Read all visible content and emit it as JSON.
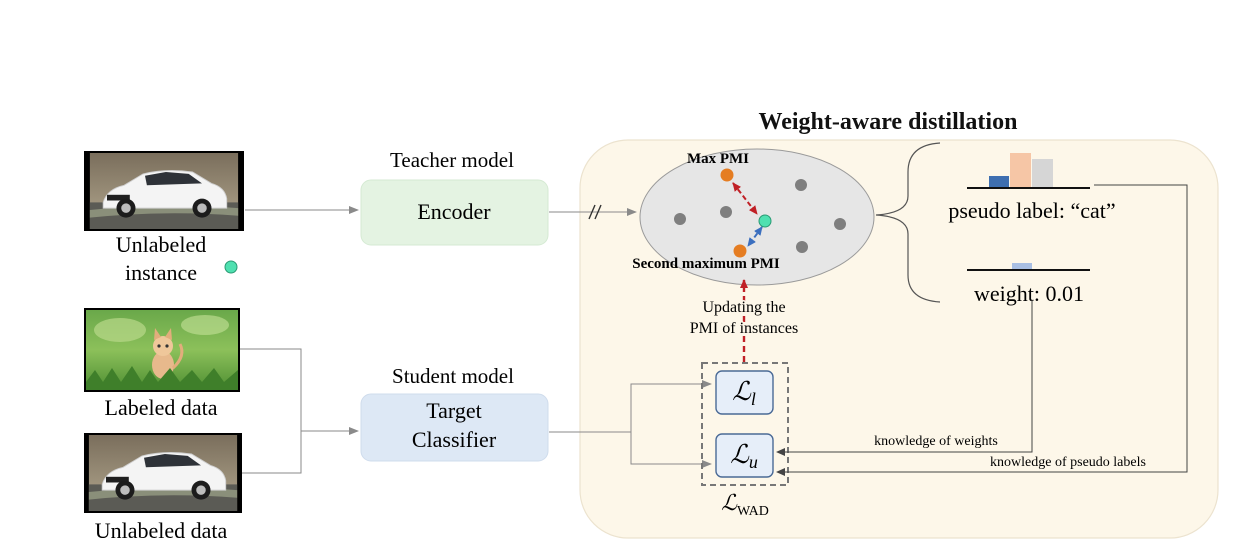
{
  "title": "Weight-aware distillation",
  "teacher": {
    "heading": "Teacher model",
    "block": "Encoder"
  },
  "student": {
    "heading": "Student model",
    "block_line1": "Target",
    "block_line2": "Classifier"
  },
  "inputs": {
    "unlabeled_instance_line1": "Unlabeled",
    "unlabeled_instance_line2": "instance",
    "labeled_data": "Labeled data",
    "unlabeled_data": "Unlabeled data"
  },
  "pmi": {
    "max_label": "Max PMI",
    "second_label": "Second maximum PMI",
    "update_line1": "Updating the",
    "update_line2": "PMI of instances"
  },
  "outputs": {
    "pseudo_label_text": "pseudo label: “cat”",
    "weight_text": "weight: 0.01",
    "knowledge_weights": "knowledge of weights",
    "knowledge_pseudo": "knowledge of pseudo labels"
  },
  "losses": {
    "script_L": "ℒ",
    "l_sub": "l",
    "u_sub": "u",
    "wad_sub": "WAD"
  },
  "colors": {
    "panel_fill": "#fdf7e9",
    "panel_stroke": "#ece3cf",
    "encoder_fill": "#e4f3e2",
    "classifier_fill": "#dde8f5",
    "loss_fill": "#e6eef9",
    "loss_stroke": "#4a6a96",
    "ellipse_fill": "#e6e6e6",
    "orange_point": "#e57d22",
    "gray_point": "#7f7f7f",
    "instance_point": "#4fe0b0",
    "red_arrow": "#c02026",
    "blue_arrow": "#3b6fbf",
    "bar_blue": "#3e6fb0",
    "bar_peach": "#f6c6a6",
    "bar_gray": "#d6d6d6",
    "bar_lightblue": "#a9bfe3"
  },
  "icons": [
    "car-photo",
    "kitten-photo",
    "teal-point-icon"
  ]
}
